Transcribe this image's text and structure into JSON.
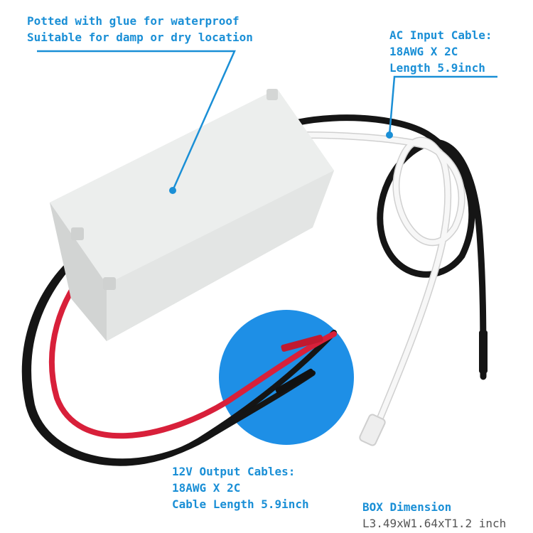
{
  "callouts": {
    "potted": {
      "line1": "Potted with glue for waterproof",
      "line2": "Suitable for damp or dry location"
    },
    "ac_input": {
      "line1": "AC Input Cable:",
      "line2": "18AWG X 2C",
      "line3": "Length 5.9inch"
    },
    "output": {
      "line1": "12V Output Cables:",
      "line2": "18AWG X 2C",
      "line3": "Cable Length 5.9inch"
    },
    "box": {
      "title": "BOX Dimension",
      "value": "L3.49xW1.64xT1.2 inch"
    }
  },
  "colors": {
    "accent": "#1a8fd6",
    "circle": "#1e8fe6",
    "red_wire": "#d8203a",
    "black_wire": "#151515",
    "white_wire": "#f2f2f2",
    "box_body": "#e9ebea"
  }
}
